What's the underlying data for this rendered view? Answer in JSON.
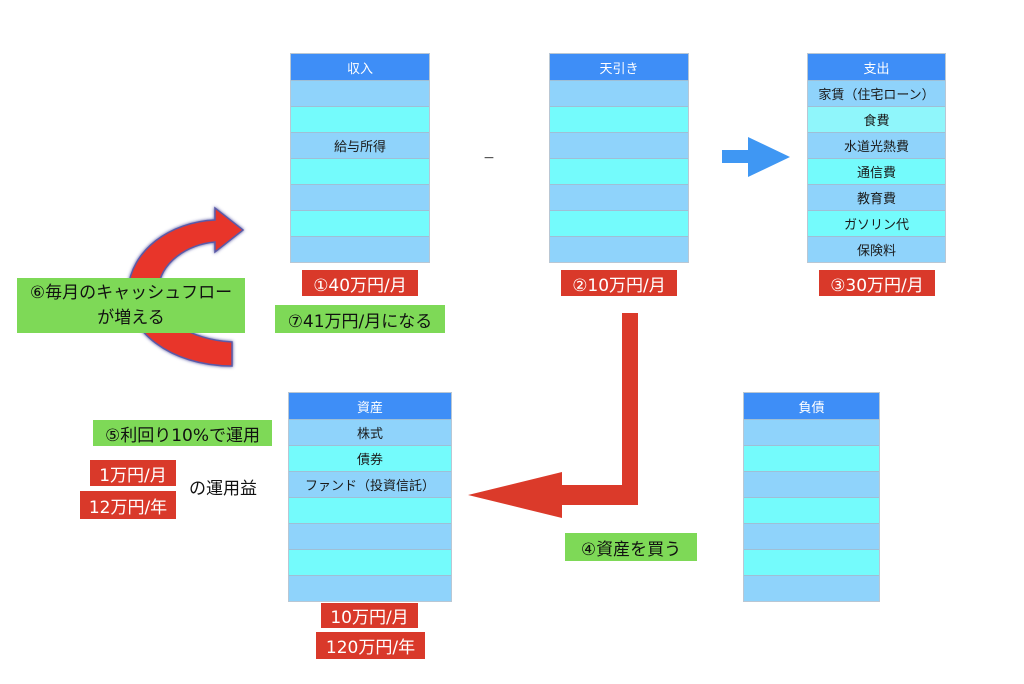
{
  "colors": {
    "header_blue": "#3e8ef7",
    "row_light_blue": "#8fd3fb",
    "row_cyan": "#74fbfc",
    "label_red": "#d9392a",
    "label_green": "#7ed957",
    "arrow_red": "#db3a2a",
    "arrow_blue": "#3f97f3"
  },
  "tables": {
    "income": {
      "title": "収入",
      "rows": [
        "",
        "",
        "給与所得",
        "",
        "",
        "",
        ""
      ]
    },
    "deduction": {
      "title": "天引き",
      "rows": [
        "",
        "",
        "",
        "",
        "",
        "",
        ""
      ]
    },
    "expense": {
      "title": "支出",
      "rows": [
        "家賃（住宅ローン）",
        "食費",
        "水道光熱費",
        "通信費",
        "教育費",
        "ガソリン代",
        "保険料"
      ]
    },
    "assets": {
      "title": "資産",
      "rows": [
        "株式",
        "債券",
        "ファンド（投資信託）",
        "",
        "",
        "",
        ""
      ]
    },
    "liabilities": {
      "title": "負債",
      "rows": [
        "",
        "",
        "",
        "",
        "",
        "",
        ""
      ]
    }
  },
  "operators": {
    "minus": "−"
  },
  "labels": {
    "income_amount": "①40万円/月",
    "deduction_amount": "②10万円/月",
    "expense_amount": "③30万円/月",
    "buy_assets": "④資産を買う",
    "yield": "⑤利回り10%で運用",
    "cashflow_line1": "⑥毎月のキャッシュフロー",
    "cashflow_line2": "が増える",
    "new_income": "⑦41万円/月になる",
    "return_monthly": "1万円/月",
    "return_yearly": "12万円/年",
    "return_suffix": "の運用益",
    "asset_monthly": "10万円/月",
    "asset_yearly": "120万円/年"
  },
  "arrows": {
    "income_to_expense": {
      "direction": "right",
      "color": "blue"
    },
    "deduction_to_assets": {
      "direction": "down-then-left",
      "color": "red"
    },
    "assets_to_income": {
      "direction": "curved-up",
      "color": "red"
    }
  }
}
